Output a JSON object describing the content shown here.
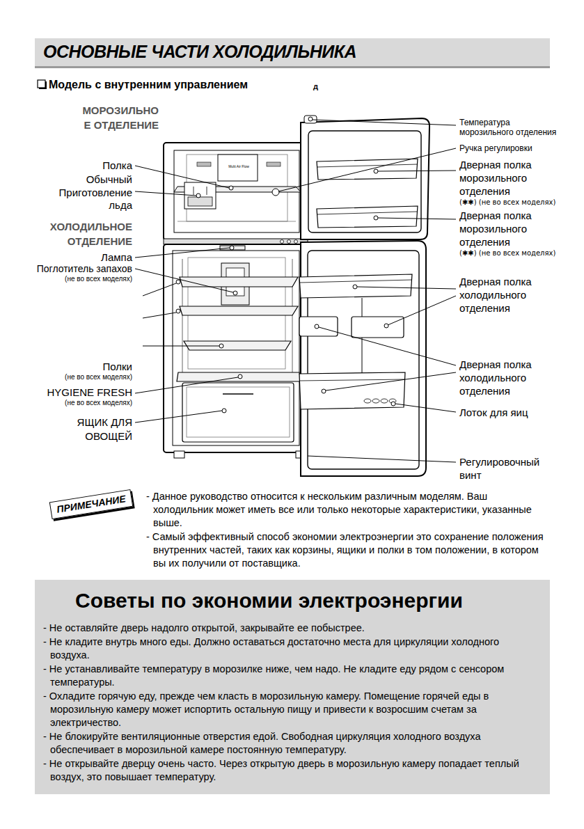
{
  "diagram": {
    "title": "ОСНОВНЫЕ ЧАСТИ ХОЛОДИЛЬНИКА",
    "nodes": [
      {
        "text": [
          "ПРИМЕЧАНИЕ"
        ]
      },
      {
        "text": [
          "Советы по экономии электроэнергии",
          "- Не оставляйте дверь надолго открытой, закрывайте ее побыстрее.",
          "- Не кладите внутрь много еды. Должно оставаться достаточно места для циркуляции холодного воздуха.",
          "- Не устанавливайте температуру в морозилке ниже, чем надо. Не кладите еду рядом с сенсором температуры.",
          "- Охладите горячую еду, прежде чем класть в морозильную камеру. Помещение горячей еды в морозильную камеру может испортить остальную пищу и привести к возросшим счетам за электричество.",
          "- Не блокируйте вентиляционные отверстия едой. Свободная циркуляция холодного воздуха обеспечивает в морозильной камере постоянную температуру.",
          "- Не открывайте дверцу очень часто. Через открытую дверь в морозильную камеру попадает теплый воздух, это повышает температуру."
        ]
      }
    ],
    "labels": [
      "Модель с внутренним управлением",
      "д",
      "МОРОЗИЛЬНО Е ОТДЕЛЕНИЕ",
      "Multi Air Flow",
      "Температура морозильного отделения",
      "Ручка регулировки",
      "Полка",
      "Дверная полка морозильного отделения",
      "(✱✱) (не во всех моделях)",
      "Обычный Приготовление льда",
      "Дверная полка морозильного отделения",
      "(✱✱) (не во всех моделях)",
      "ХОЛОДИЛЬНОЕ ОТДЕЛЕНИЕ",
      "Лампа",
      "Поглотитель запахов",
      "(не во всех моделях)",
      "Дверная полка холодильного отделения",
      "Полки",
      "(не во всех моделях)",
      "Дверная полка холодильного отделения",
      "HYGIENE FRESH",
      "(не во всех моделях)",
      "Лоток для яиц",
      "ЯЩИК ДЛЯ ОВОЩЕЙ",
      "Регулировочный винт",
      "- Данное руководство относится к нескольким различным моделям. Ваш холодильник может иметь все или только некоторые характеристики, указанные выше.",
      "- Самый эффективный способ экономии электроэнергии это сохранение положения внутренних частей, таких как корзины, ящики и полки в том положении, в котором вы их получили от поставщика."
    ]
  }
}
